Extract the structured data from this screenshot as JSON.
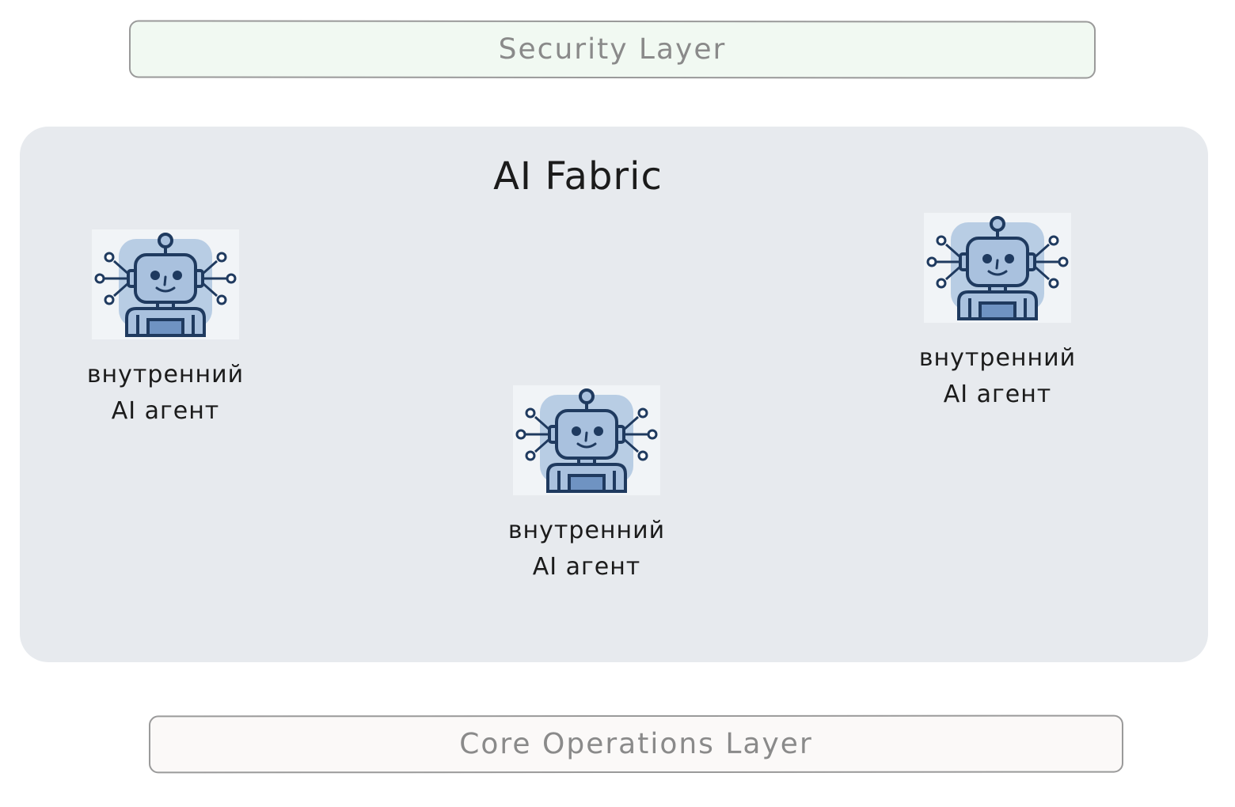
{
  "security_layer": {
    "label": "Security Layer"
  },
  "fabric": {
    "title": "AI Fabric"
  },
  "agents": [
    {
      "label": "внутренний\nAI агент",
      "icon": "robot-icon"
    },
    {
      "label": "внутренний\nAI агент",
      "icon": "robot-icon"
    },
    {
      "label": "внутренний\nAI агент",
      "icon": "robot-icon"
    }
  ],
  "core_layer": {
    "label": "Core Operations Layer"
  },
  "colors": {
    "security_fill": "#f1f9f2",
    "fabric_fill": "#e7eaee",
    "core_fill": "#fbf9f8",
    "robot_stroke": "#1f3a5f",
    "robot_fill": "#a9c1de",
    "robot_halo": "#b8cde4"
  }
}
